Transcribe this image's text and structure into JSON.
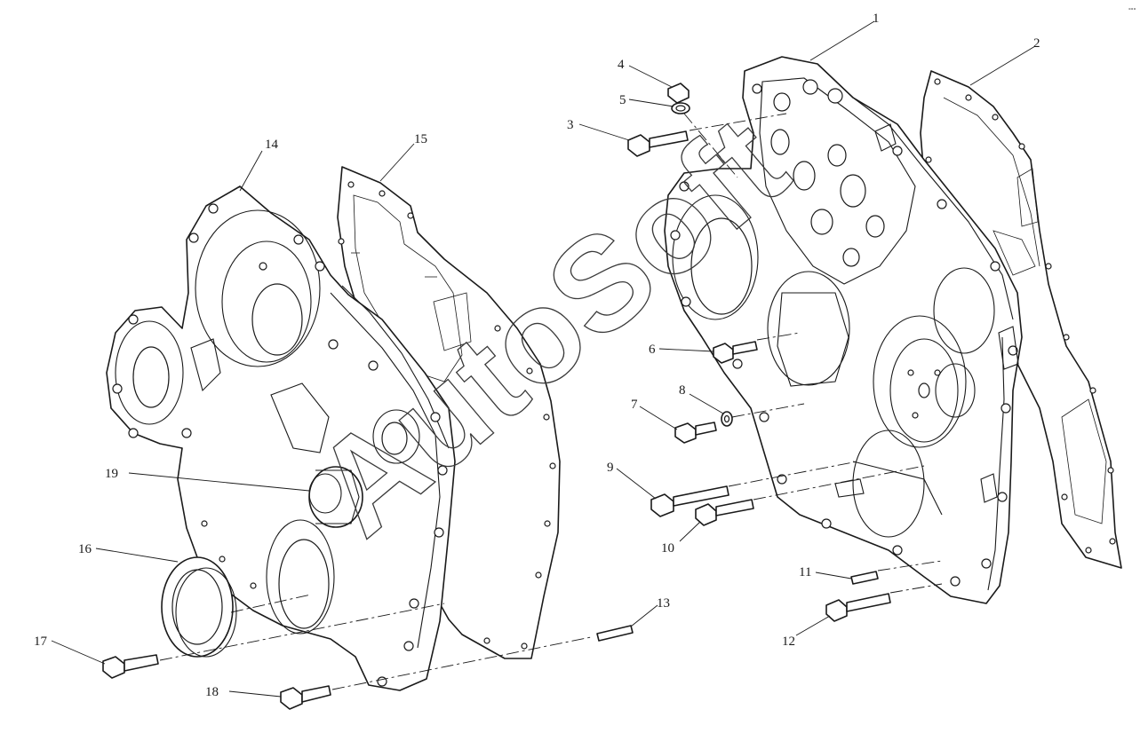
{
  "watermark": "AutoSoft",
  "corner_mark": "°°°",
  "callouts": [
    "1",
    "2",
    "3",
    "4",
    "5",
    "6",
    "7",
    "8",
    "9",
    "10",
    "11",
    "12",
    "13",
    "14",
    "15",
    "16",
    "17",
    "18",
    "19"
  ]
}
